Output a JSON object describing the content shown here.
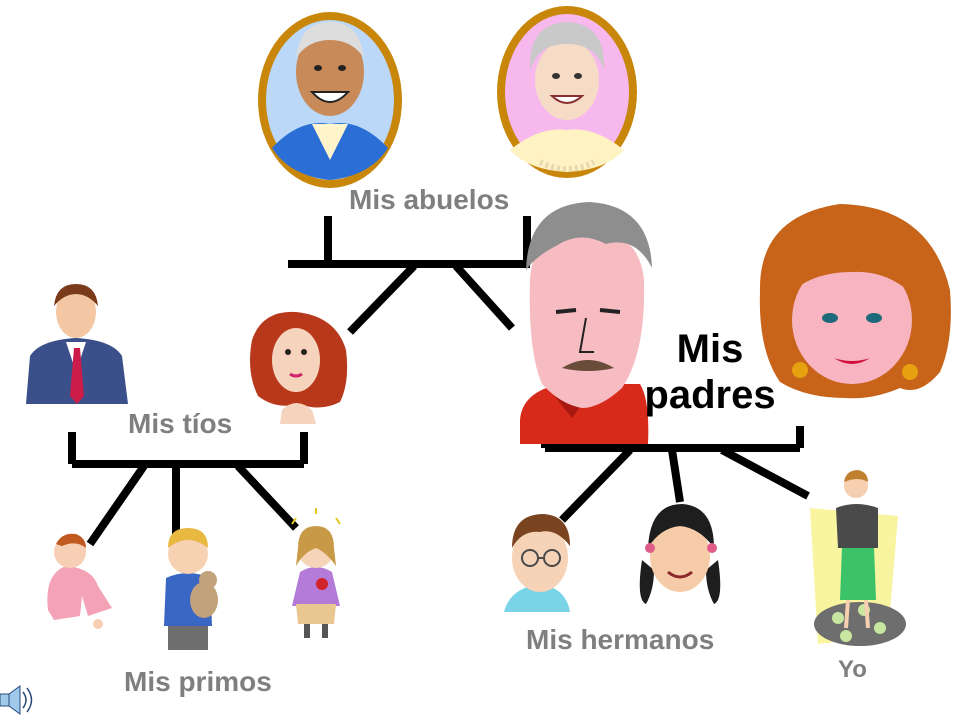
{
  "labels": {
    "abuelos": "Mis abuelos",
    "tios": "Mis tíos",
    "primos": "Mis primos",
    "hermanos": "Mis hermanos",
    "yo": "Yo",
    "padres_line1": "Mis",
    "padres_line2": "padres"
  },
  "colors": {
    "label_gray": "#7f7f7f",
    "frame_gold": "#c8860a",
    "grandpa_bg": "#bcd8f8",
    "grandma_bg": "#f7b8ee",
    "yo_bg": "#f8f4a0",
    "dress_green": "#3cc36a"
  },
  "icons": [
    "speaker-icon"
  ]
}
